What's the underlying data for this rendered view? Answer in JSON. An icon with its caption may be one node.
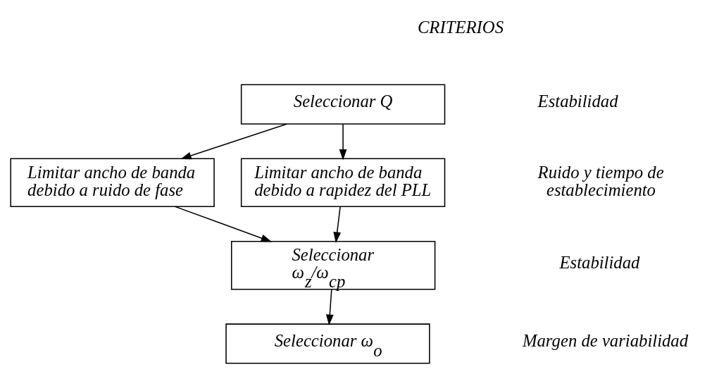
{
  "diagram": {
    "nodes": [
      {
        "text": [
          "Seleccionar Q"
        ]
      },
      {
        "text": [
          "Limitar ancho de banda debido a ruido de fase"
        ]
      },
      {
        "text": [
          "Limitar ancho de banda debido a rapidez del PLL"
        ]
      },
      {
        "text": [
          "Seleccionar ω$_{z}$/ω$_{cp}$"
        ]
      },
      {
        "text": [
          "Seleccionar ω$_{o}$"
        ]
      }
    ],
    "edges": [
      {
        "from": 0,
        "to": 1,
        "arrow": "to"
      },
      {
        "from": 0,
        "to": 2,
        "arrow": "to"
      },
      {
        "from": 1,
        "to": 3,
        "arrow": "to"
      },
      {
        "from": 2,
        "to": 3,
        "arrow": "to"
      },
      {
        "from": 3,
        "to": 4,
        "arrow": "to"
      }
    ],
    "labels": [
      "CRITERIOS",
      "Estabilidad",
      "Ruido y tiempo de establecimiento",
      "Estabilidad",
      "Margen de variabilidad"
    ]
  }
}
